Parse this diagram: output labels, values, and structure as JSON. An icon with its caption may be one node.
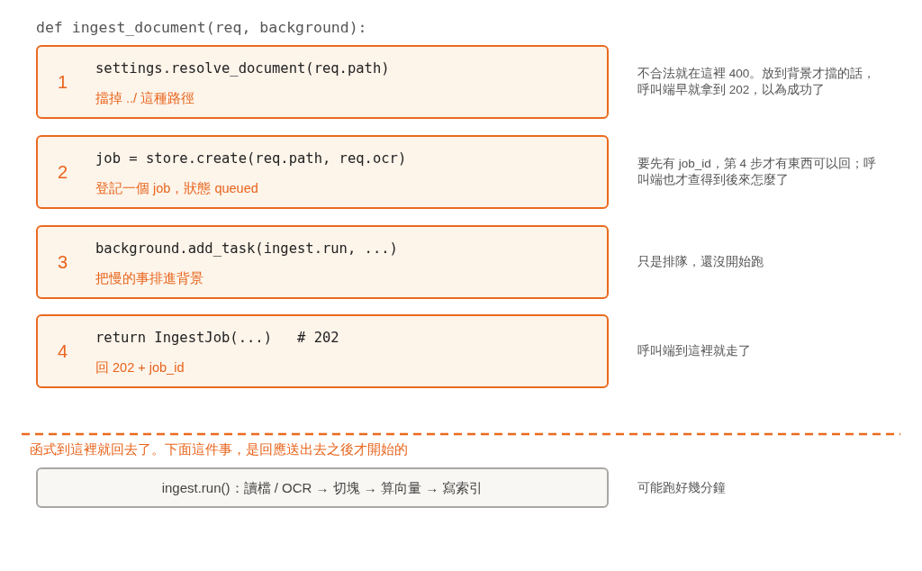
{
  "diagram": {
    "title": "def ingest_document(req, background):",
    "nodes": [
      {
        "text": [
          "1",
          "settings.resolve_document(req.path)",
          "擋掉 ../ 這種路徑"
        ],
        "beside": [
          "不合法就在這裡 400。放到背景才擋的話，呼叫端早就拿到 202，以為成功了"
        ]
      },
      {
        "text": [
          "2",
          "job = store.create(req.path, req.ocr)",
          "登記一個 job，狀態 queued"
        ],
        "beside": [
          "要先有 job_id，第 4 步才有東西可以回；呼叫端也才查得到後來怎麼了"
        ]
      },
      {
        "text": [
          "3",
          "background.add_task(ingest.run, ...)",
          "把慢的事排進背景"
        ],
        "beside": [
          "只是排隊，還沒開始跑"
        ]
      },
      {
        "text": [
          "4",
          "return IngestJob(...)   # 202",
          "回 202 + job_id"
        ],
        "beside": [
          "呼叫端到這裡就走了"
        ]
      },
      {
        "text": [
          "ingest.run()：讀檔 / OCR → 切塊 → 算向量 → 寫索引"
        ],
        "beside": [
          "可能跑好幾分鐘"
        ]
      }
    ],
    "labels": [
      "函式到這裡就回去了。下面這件事，是回應送出去之後才開始的"
    ]
  }
}
